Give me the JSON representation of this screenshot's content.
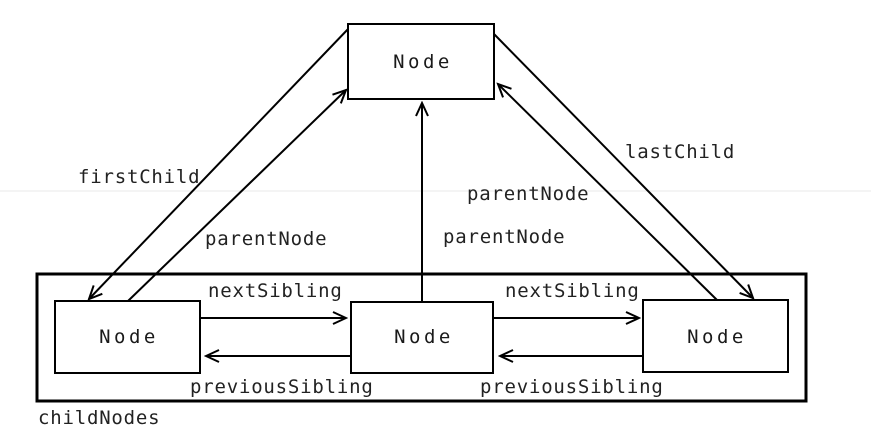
{
  "diagram": {
    "description": "DOM node relationships diagram",
    "boxes": {
      "parent": {
        "label": "Node"
      },
      "child_left": {
        "label": "Node"
      },
      "child_middle": {
        "label": "Node"
      },
      "child_right": {
        "label": "Node"
      }
    },
    "edge_labels": {
      "first_child": "firstChild",
      "last_child": "lastChild",
      "parent_node_left": "parentNode",
      "parent_node_middle": "parentNode",
      "parent_node_right": "parentNode",
      "next_sibling_left": "nextSibling",
      "next_sibling_right": "nextSibling",
      "previous_sibling_left": "previousSibling",
      "previous_sibling_right": "previousSibling"
    },
    "container_label": "childNodes",
    "colors": {
      "line": "#000000",
      "text": "#222222",
      "background": "#ffffff",
      "divider": "#e9e9e9"
    }
  }
}
